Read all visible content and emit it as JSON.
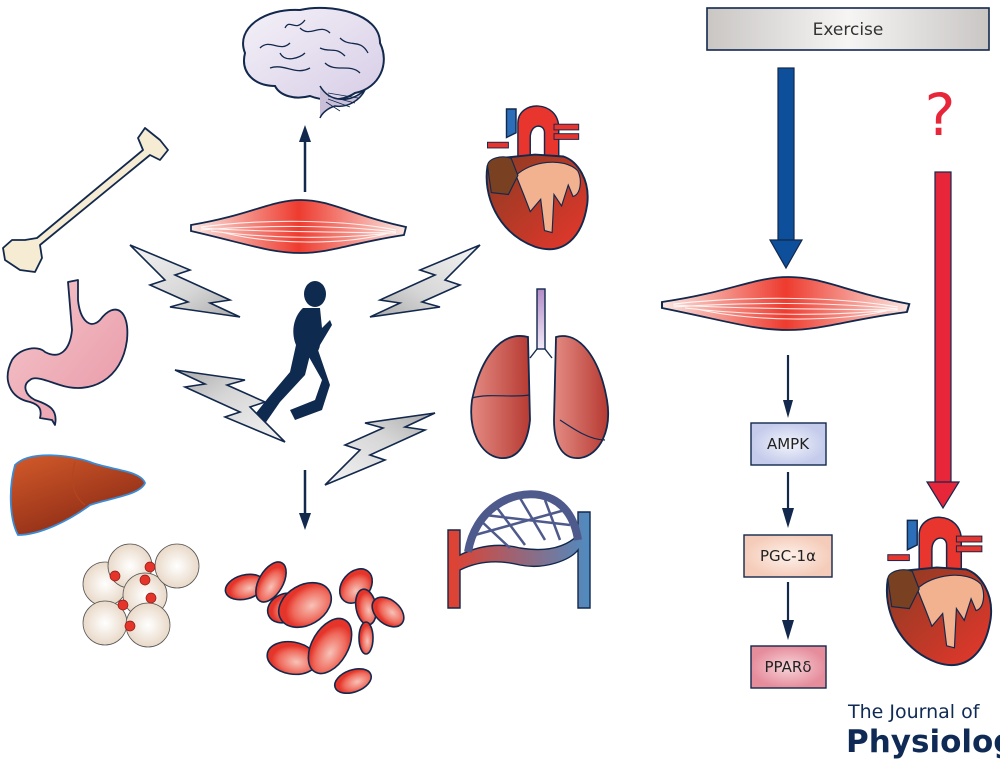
{
  "figure": {
    "left_panel": {
      "center": "running-person",
      "organs": [
        "brain",
        "bone",
        "stomach",
        "liver",
        "adipose-tissue",
        "red-blood-cells",
        "capillaries",
        "lungs",
        "heart",
        "skeletal-muscle"
      ],
      "signal_symbol": "lightning-bolt"
    },
    "right_panel": {
      "exercise_label": "Exercise",
      "question_mark": "?",
      "pathway": [
        {
          "label": "AMPK",
          "color": "#cdd3ee"
        },
        {
          "label": "PGC-1α",
          "color": "#f7d5c5"
        },
        {
          "label": "PPARδ",
          "color": "#eea4b0"
        }
      ],
      "arrow_colors": {
        "exercise_arrow": "#0e4f9c",
        "question_arrow": "#e8263a",
        "pathway_arrow": "#12284d"
      }
    },
    "logo": {
      "line1": "The Journal of",
      "line2": "Physiology"
    }
  }
}
